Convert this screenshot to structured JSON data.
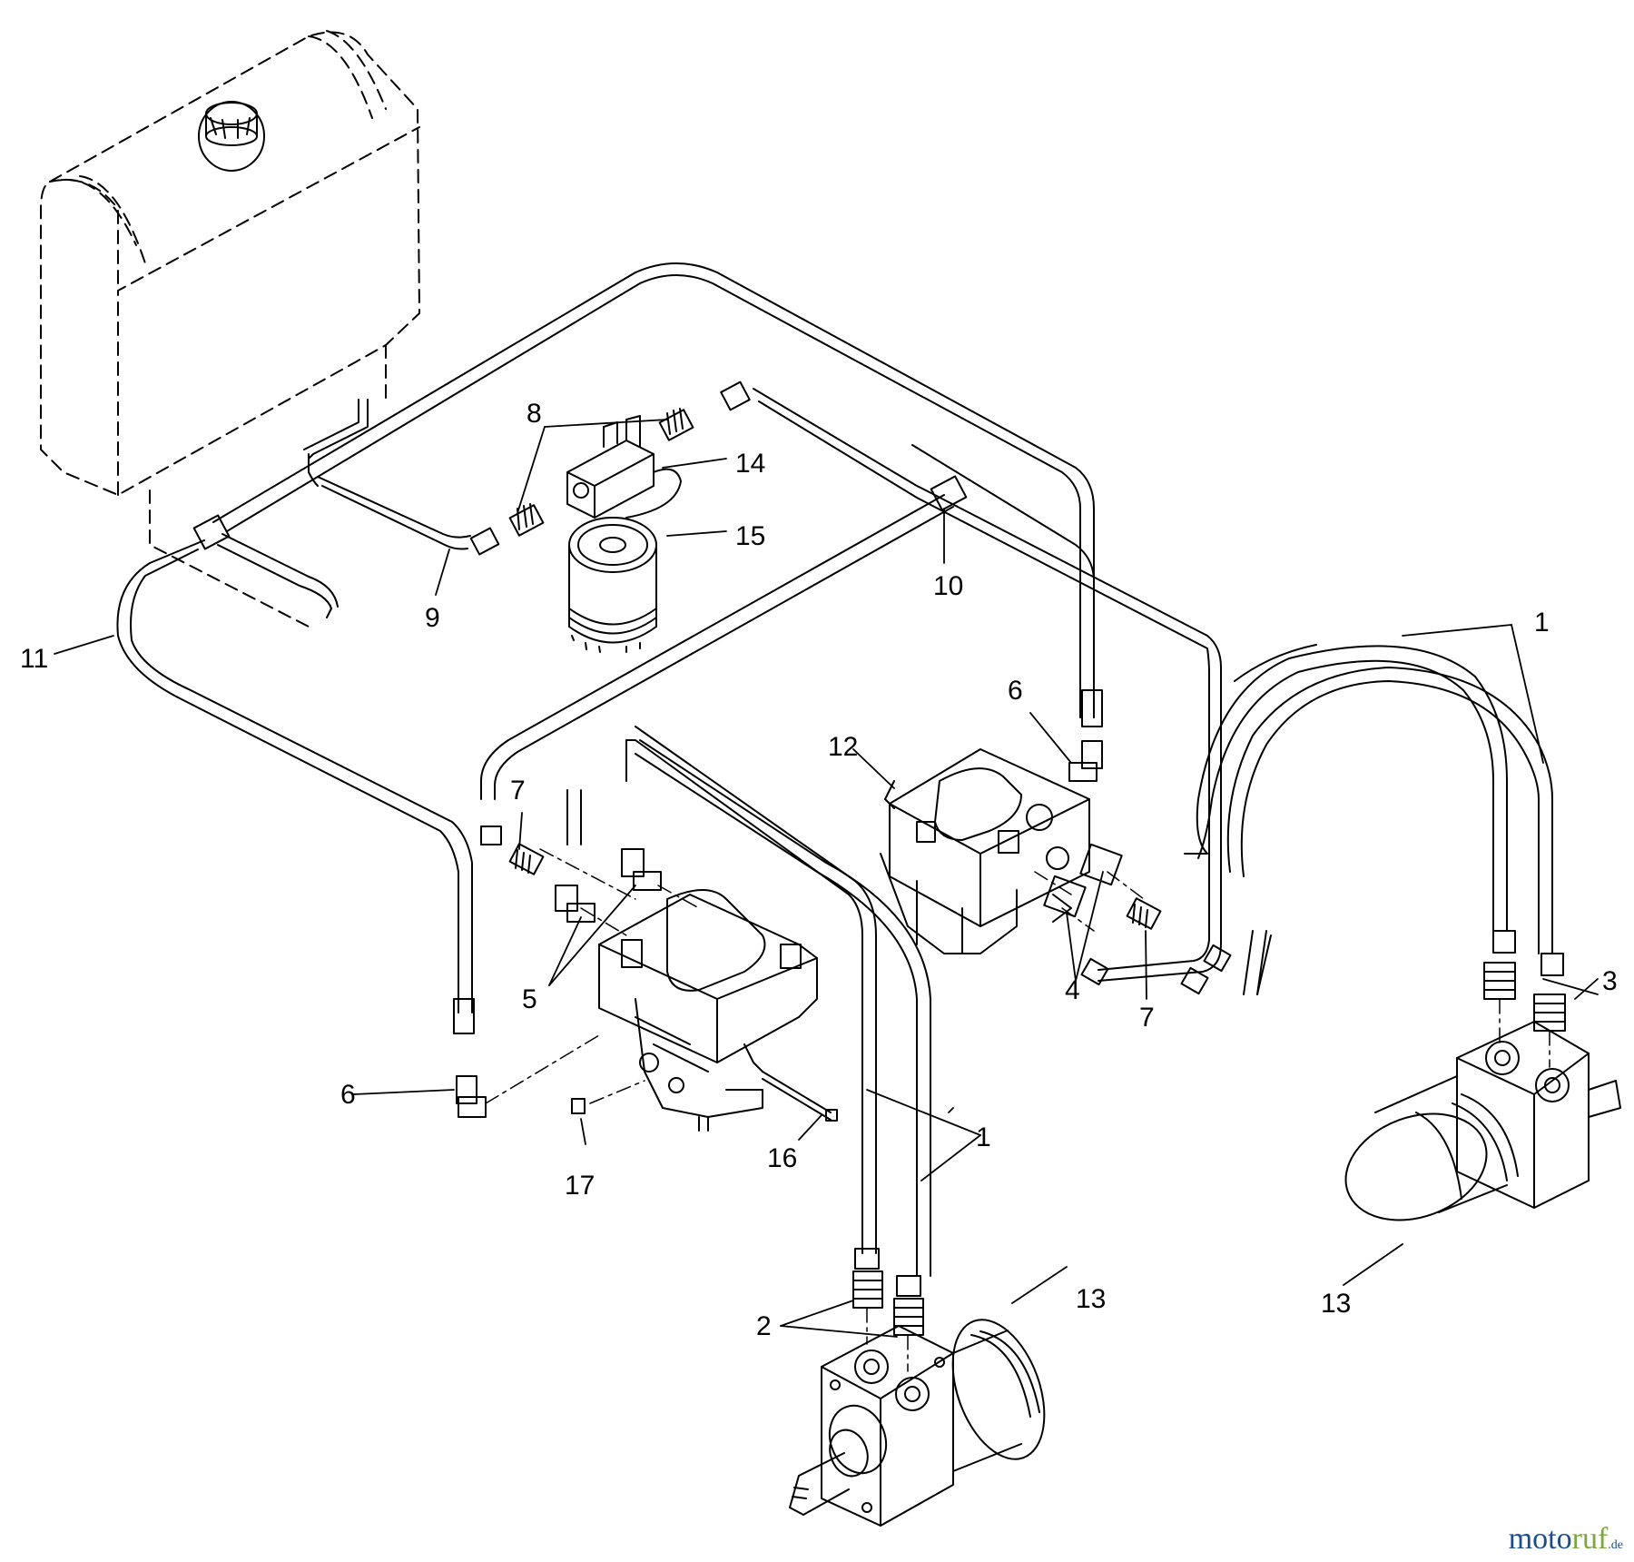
{
  "diagram": {
    "callouts": [
      {
        "id": "c1a",
        "label": "1"
      },
      {
        "id": "c1b",
        "label": "1"
      },
      {
        "id": "c2",
        "label": "2"
      },
      {
        "id": "c3",
        "label": "3"
      },
      {
        "id": "c4",
        "label": "4"
      },
      {
        "id": "c5",
        "label": "5"
      },
      {
        "id": "c6a",
        "label": "6"
      },
      {
        "id": "c6b",
        "label": "6"
      },
      {
        "id": "c7a",
        "label": "7"
      },
      {
        "id": "c7b",
        "label": "7"
      },
      {
        "id": "c8",
        "label": "8"
      },
      {
        "id": "c9",
        "label": "9"
      },
      {
        "id": "c10",
        "label": "10"
      },
      {
        "id": "c11",
        "label": "11"
      },
      {
        "id": "c12",
        "label": "12"
      },
      {
        "id": "c13a",
        "label": "13"
      },
      {
        "id": "c13b",
        "label": "13"
      },
      {
        "id": "c14",
        "label": "14"
      },
      {
        "id": "c15",
        "label": "15"
      },
      {
        "id": "c16",
        "label": "16"
      },
      {
        "id": "c17",
        "label": "17"
      }
    ]
  },
  "watermark": {
    "part_a": "moto",
    "part_b": "ruf",
    "part_c": ".de"
  },
  "colors": {
    "line": "#000000",
    "background": "#ffffff",
    "watermark_blue": "#1a4d8f",
    "watermark_green": "#7aa63c"
  }
}
